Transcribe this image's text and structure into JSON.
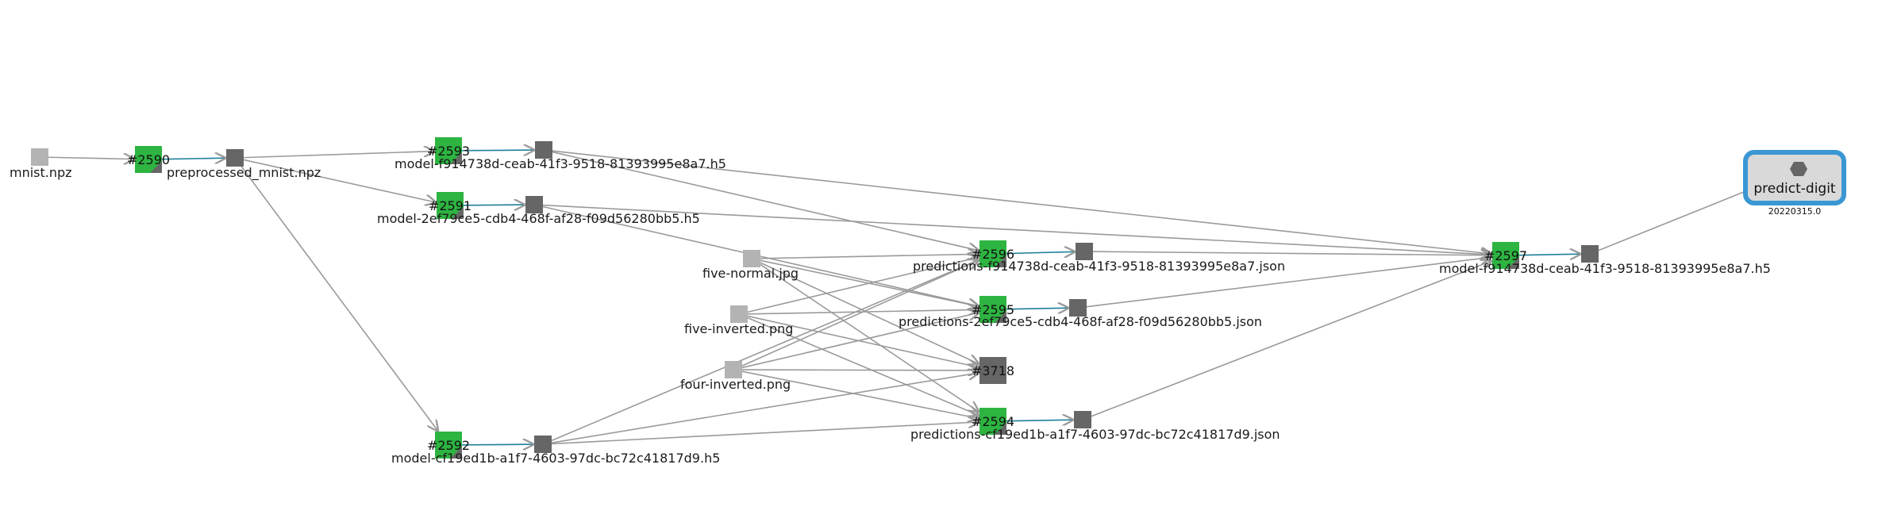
{
  "colors": {
    "run_done": "#2db441",
    "artifact": "#666666",
    "input_file": "#b3b3b3",
    "edge": "#9a9a9a",
    "output_edge": "#1e7f9a",
    "pipeline_border": "#3a97d4",
    "pipeline_fill": "#d9d9d9"
  },
  "nodes": [
    {
      "id": "mnist",
      "kind": "input",
      "label": "mnist.npz"
    },
    {
      "id": "r2590",
      "kind": "run",
      "label": "#2590"
    },
    {
      "id": "prep",
      "kind": "artifact",
      "label": "preprocessed_mnist.npz"
    },
    {
      "id": "r2593",
      "kind": "run",
      "label": "#2593"
    },
    {
      "id": "m_f914",
      "kind": "artifact",
      "label": "model-f914738d-ceab-41f3-9518-81393995e8a7.h5"
    },
    {
      "id": "r2591",
      "kind": "run",
      "label": "#2591"
    },
    {
      "id": "m_2ef7",
      "kind": "artifact",
      "label": "model-2ef79ce5-cdb4-468f-af28-f09d56280bb5.h5"
    },
    {
      "id": "r2592",
      "kind": "run",
      "label": "#2592"
    },
    {
      "id": "m_cf19",
      "kind": "artifact",
      "label": "model-cf19ed1b-a1f7-4603-97dc-bc72c41817d9.h5"
    },
    {
      "id": "five_normal",
      "kind": "input",
      "label": "five-normal.jpg"
    },
    {
      "id": "five_inv",
      "kind": "input",
      "label": "five-inverted.png"
    },
    {
      "id": "four_inv",
      "kind": "input",
      "label": "four-inverted.png"
    },
    {
      "id": "r2596",
      "kind": "run",
      "label": "#2596"
    },
    {
      "id": "p_f914",
      "kind": "artifact",
      "label": "predictions-f914738d-ceab-41f3-9518-81393995e8a7.json"
    },
    {
      "id": "r2595",
      "kind": "run",
      "label": "#2595"
    },
    {
      "id": "p_2ef7",
      "kind": "artifact",
      "label": "predictions-2ef79ce5-cdb4-468f-af28-f09d56280bb5.json"
    },
    {
      "id": "r3718",
      "kind": "run_pending",
      "label": "#3718"
    },
    {
      "id": "r2594",
      "kind": "run",
      "label": "#2594"
    },
    {
      "id": "p_cf19",
      "kind": "artifact",
      "label": "predictions-cf19ed1b-a1f7-4603-97dc-bc72c41817d9.json"
    },
    {
      "id": "r2597",
      "kind": "run",
      "label": "#2597"
    },
    {
      "id": "m_final",
      "kind": "artifact",
      "label": "model-f914738d-ceab-41f3-9518-81393995e8a7.h5"
    },
    {
      "id": "pipe_node",
      "kind": "pipeline",
      "label": ""
    }
  ],
  "edges": [
    [
      "mnist",
      "r2590",
      "in"
    ],
    [
      "r2590",
      "prep",
      "out"
    ],
    [
      "prep",
      "r2593",
      "in"
    ],
    [
      "prep",
      "r2591",
      "in"
    ],
    [
      "prep",
      "r2592",
      "in"
    ],
    [
      "r2593",
      "m_f914",
      "out"
    ],
    [
      "r2591",
      "m_2ef7",
      "out"
    ],
    [
      "r2592",
      "m_cf19",
      "out"
    ],
    [
      "m_f914",
      "r2596",
      "in"
    ],
    [
      "m_f914",
      "r2597",
      "in"
    ],
    [
      "m_2ef7",
      "r2595",
      "in"
    ],
    [
      "m_2ef7",
      "r2597",
      "in"
    ],
    [
      "m_cf19",
      "r2594",
      "in"
    ],
    [
      "m_cf19",
      "r3718",
      "in"
    ],
    [
      "m_cf19",
      "r2596",
      "in"
    ],
    [
      "five_normal",
      "r2596",
      "in"
    ],
    [
      "five_normal",
      "r2595",
      "in"
    ],
    [
      "five_normal",
      "r3718",
      "in"
    ],
    [
      "five_normal",
      "r2594",
      "in"
    ],
    [
      "five_inv",
      "r2596",
      "in"
    ],
    [
      "five_inv",
      "r2595",
      "in"
    ],
    [
      "five_inv",
      "r3718",
      "in"
    ],
    [
      "five_inv",
      "r2594",
      "in"
    ],
    [
      "four_inv",
      "r2596",
      "in"
    ],
    [
      "four_inv",
      "r2595",
      "in"
    ],
    [
      "four_inv",
      "r3718",
      "in"
    ],
    [
      "four_inv",
      "r2594",
      "in"
    ],
    [
      "r2596",
      "p_f914",
      "out"
    ],
    [
      "r2595",
      "p_2ef7",
      "out"
    ],
    [
      "r2594",
      "p_cf19",
      "out"
    ],
    [
      "p_f914",
      "r2597",
      "in"
    ],
    [
      "p_2ef7",
      "r2597",
      "in"
    ],
    [
      "p_cf19",
      "r2597",
      "in"
    ],
    [
      "r2597",
      "m_final",
      "out"
    ],
    [
      "m_final",
      "pipe_node",
      "in"
    ]
  ],
  "pipeline": {
    "name": "predict-digit",
    "version": "20220315.0"
  }
}
